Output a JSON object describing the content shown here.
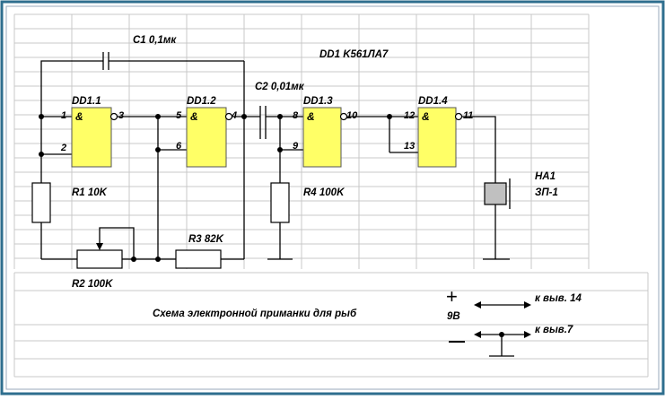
{
  "title": "Схема электронной приманки для рыб",
  "chip_label": "DD1 K561ЛА7",
  "gates": [
    {
      "id": "DD1.1",
      "symbol": "&",
      "pins": [
        "1",
        "2",
        "3"
      ]
    },
    {
      "id": "DD1.2",
      "symbol": "&",
      "pins": [
        "5",
        "6",
        "4"
      ]
    },
    {
      "id": "DD1.3",
      "symbol": "&",
      "pins": [
        "8",
        "9",
        "10"
      ]
    },
    {
      "id": "DD1.4",
      "symbol": "&",
      "pins": [
        "12",
        "13",
        "11"
      ]
    }
  ],
  "components": {
    "c1": "C1 0,1мк",
    "c2": "C2 0,01мк",
    "r1": "R1 10K",
    "r2": "R2 100K",
    "r3": "R3 82K",
    "r4": "R4 100K",
    "ha1_name": "HA1",
    "ha1_type": "ЗП-1"
  },
  "power": {
    "plus": "+",
    "voltage": "9В",
    "minus": "—",
    "pin14": "к выв. 14",
    "pin7": "к выв.7"
  },
  "colors": {
    "gate_fill": "#ffff66",
    "frame_border": "#2e6e8e",
    "grid": "#c8c8c8",
    "speaker": "#c0c0c0"
  }
}
